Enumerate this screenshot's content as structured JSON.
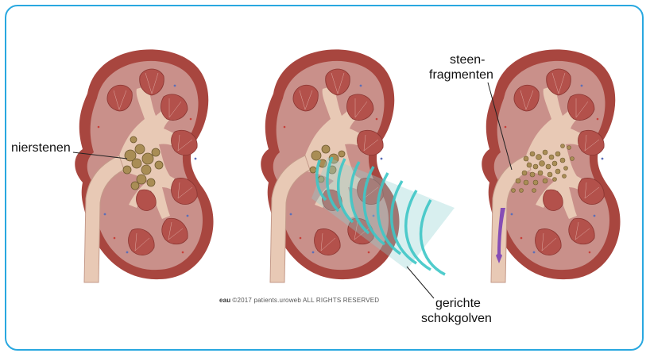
{
  "labels": {
    "kidney_stones": "nierstenen",
    "stone_fragments_line1": "steen-",
    "stone_fragments_line2": "fragmenten",
    "shock_waves_line1": "gerichte",
    "shock_waves_line2": "schokgolven"
  },
  "copyright": {
    "logo_text": "eau",
    "text": "©2017 patients.uroweb ALL RIGHTS RESERVED"
  },
  "colors": {
    "frame_border": "#29a8e0",
    "kidney_outer": "#a8463f",
    "kidney_cortex": "#c9908a",
    "pyramid": "#b3514b",
    "pelvis": "#e8c9b5",
    "stone": "#a98d55",
    "shock_wave": "#3ec7c7",
    "urine_flow": "#7b3fb5"
  }
}
